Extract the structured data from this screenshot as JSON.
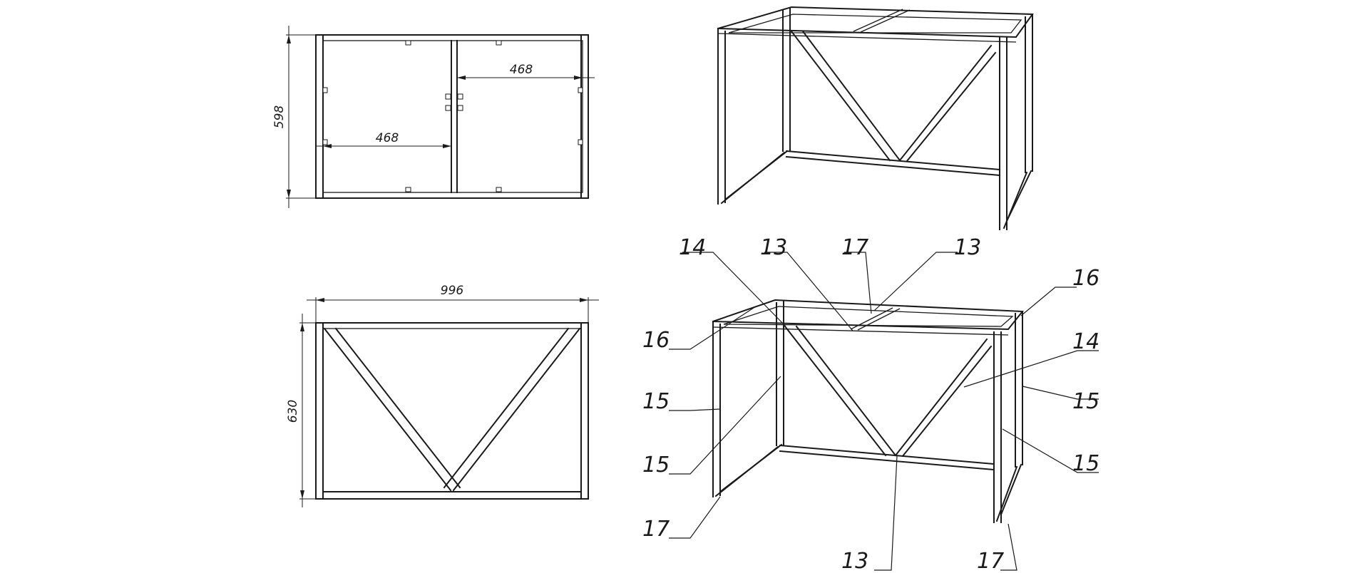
{
  "top_view": {
    "depth_dim": "598",
    "cell_upper_dim": "468",
    "cell_lower_dim": "468"
  },
  "front_view": {
    "width_dim": "996",
    "height_dim": "630"
  },
  "callouts": [
    {
      "id": "c14a",
      "label": "14"
    },
    {
      "id": "c13a",
      "label": "13"
    },
    {
      "id": "c17a",
      "label": "17"
    },
    {
      "id": "c13b",
      "label": "13"
    },
    {
      "id": "c16a",
      "label": "16"
    },
    {
      "id": "c16b",
      "label": "16"
    },
    {
      "id": "c14b",
      "label": "14"
    },
    {
      "id": "c15a",
      "label": "15"
    },
    {
      "id": "c15b",
      "label": "15"
    },
    {
      "id": "c15c",
      "label": "15"
    },
    {
      "id": "c15d",
      "label": "15"
    },
    {
      "id": "c17b",
      "label": "17"
    },
    {
      "id": "c13c",
      "label": "13"
    },
    {
      "id": "c17c",
      "label": "17"
    }
  ]
}
